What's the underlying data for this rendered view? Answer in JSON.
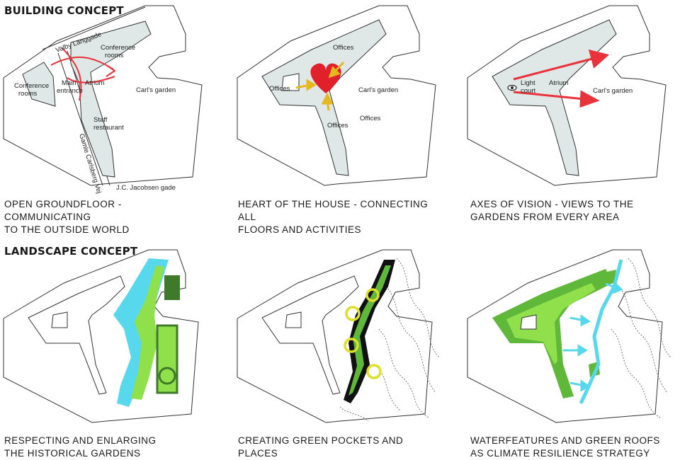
{
  "building": {
    "title": "BUILDING CONCEPT",
    "panel1": {
      "caption_line1": "OPEN GROUNDFLOOR - COMMUNICATING",
      "caption_line2": "TO THE OUTSIDE WORLD",
      "labels": {
        "valby": "Valby Langgade",
        "conf_right_1": "Conference",
        "conf_right_2": "rooms",
        "conf_left_1": "Conference",
        "conf_left_2": "rooms",
        "main_1": "Main",
        "main_2": "entrance",
        "atrium": "Atrium",
        "staff_1": "Staff",
        "staff_2": "restaurant",
        "carls": "Carl's garden",
        "gamle": "Gamle Carlsberg Vej",
        "jc": "J.C. Jacobsen gade"
      }
    },
    "panel2": {
      "caption_line1": "HEART OF THE HOUSE - CONNECTING ALL",
      "caption_line2": "FLOORS AND ACTIVITIES",
      "labels": {
        "offices_top": "Offices",
        "offices_left": "Offices",
        "offices_bottom": "Offices",
        "offices_right": "Offices",
        "carls": "Carl's garden"
      }
    },
    "panel3": {
      "caption_line1": "AXES OF VISION - VIEWS TO THE",
      "caption_line2": "GARDENS FROM EVERY AREA",
      "labels": {
        "light_1": "Light",
        "light_2": "court",
        "atrium": "Atrium",
        "carls": "Carl's garden"
      }
    }
  },
  "landscape": {
    "title": "LANDSCAPE CONCEPT",
    "panel4": {
      "caption_line1": "RESPECTING AND ENLARGING",
      "caption_line2": "THE HISTORICAL GARDENS"
    },
    "panel5": {
      "caption_line1": "CREATING GREEN POCKETS AND PLACES"
    },
    "panel6": {
      "caption_line1": "WATERFEATURES AND GREEN ROOFS",
      "caption_line2": "AS CLIMATE RESILIENCE STRATEGY"
    }
  },
  "colors": {
    "building_fill": "#dfe8e6",
    "arrow_red": "#e8323c",
    "arrow_yellow": "#e6b820",
    "heart_red": "#e0202a",
    "green_light": "#8fe04a",
    "green_mid": "#5fb83a",
    "green_dark": "#3f7a2a",
    "water_cyan": "#58d8ec",
    "ring_yellow": "#dde02a"
  }
}
